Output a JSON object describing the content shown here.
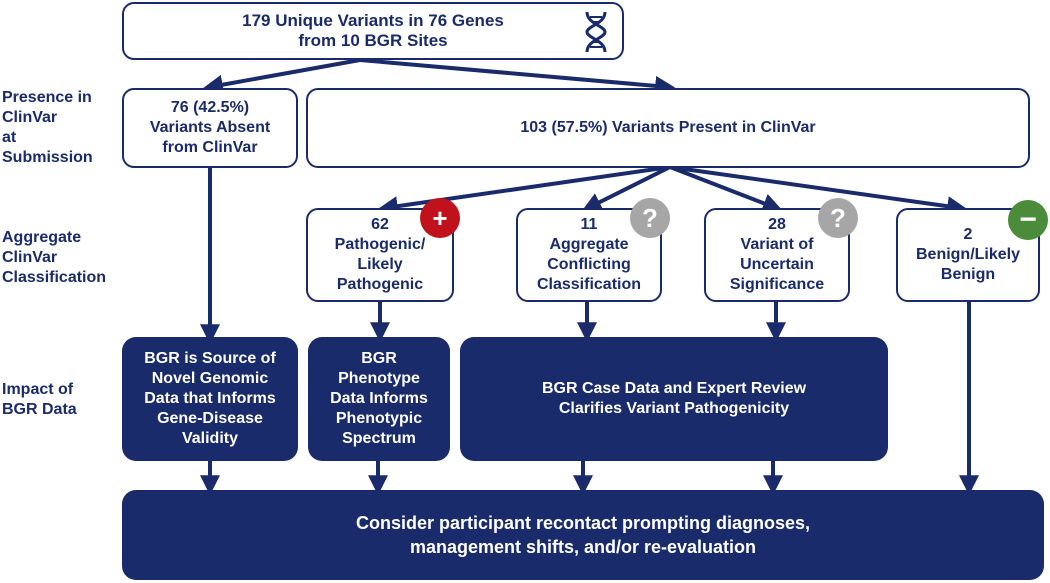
{
  "top": {
    "text": "179 Unique Variants in 76 Genes\nfrom 10 BGR Sites",
    "icon": "dna-icon"
  },
  "row_labels": {
    "presence": "Presence in\nClinVar\nat\nSubmission",
    "aggregate": "Aggregate\nClinVar\nClassification",
    "impact": "Impact of\nBGR Data"
  },
  "presence": {
    "absent": "76 (42.5%)\nVariants Absent\nfrom ClinVar",
    "present": "103 (57.5%) Variants Present in ClinVar"
  },
  "classification": {
    "pathogenic": {
      "text": "62\nPathogenic/\nLikely\nPathogenic",
      "badge": "+",
      "badge_color": "#c0121c"
    },
    "conflicting": {
      "text": "11\nAggregate\nConflicting\nClassification",
      "badge": "?",
      "badge_color": "#a6a6a6"
    },
    "vus": {
      "text": "28\nVariant of\nUncertain\nSignificance",
      "badge": "?",
      "badge_color": "#a6a6a6"
    },
    "benign": {
      "text": "2\nBenign/Likely\nBenign",
      "badge": "−",
      "badge_color": "#4a8c3a"
    }
  },
  "impact": {
    "novel": "BGR is Source of\nNovel Genomic\nData that Informs\nGene-Disease\nValidity",
    "phenotype": "BGR\nPhenotype\nData Informs\nPhenotypic\nSpectrum",
    "expert": "BGR Case Data and Expert Review\nClarifies Variant Pathogenicity"
  },
  "bottom": {
    "text": "Consider participant recontact prompting diagnoses,\nmanagement shifts, and/or re-evaluation"
  },
  "colors": {
    "navy": "#1a2b6b",
    "white": "#ffffff"
  }
}
